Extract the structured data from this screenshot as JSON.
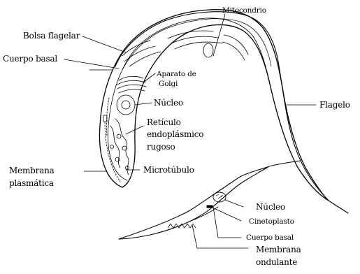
{
  "labels": {
    "mitocondrio": "Mitocondrio",
    "bolsa_flagelar": "Bolsa flagelar",
    "cuerpo_basal_top": "Cuerpo basal",
    "aparato_golgi_1": "Aparato de",
    "aparato_golgi_2": "Golgi",
    "nucleo_top": "Núcleo",
    "flagelo": "Flagelo",
    "reticulo_1": "Retículo",
    "reticulo_2": "endoplásmico",
    "reticulo_3": "rugoso",
    "membrana_plasmatica_1": "Membrana",
    "membrana_plasmatica_2": "plasmática",
    "microtubulo": "Microtúbulo",
    "nucleo_bottom": "Núcleo",
    "cinetoplasto": "Cinetoplasto",
    "cuerpo_basal_bottom": "Cuerpo basal",
    "membrana_ondulante_1": "Membrana",
    "membrana_ondulante_2": "ondulante"
  }
}
